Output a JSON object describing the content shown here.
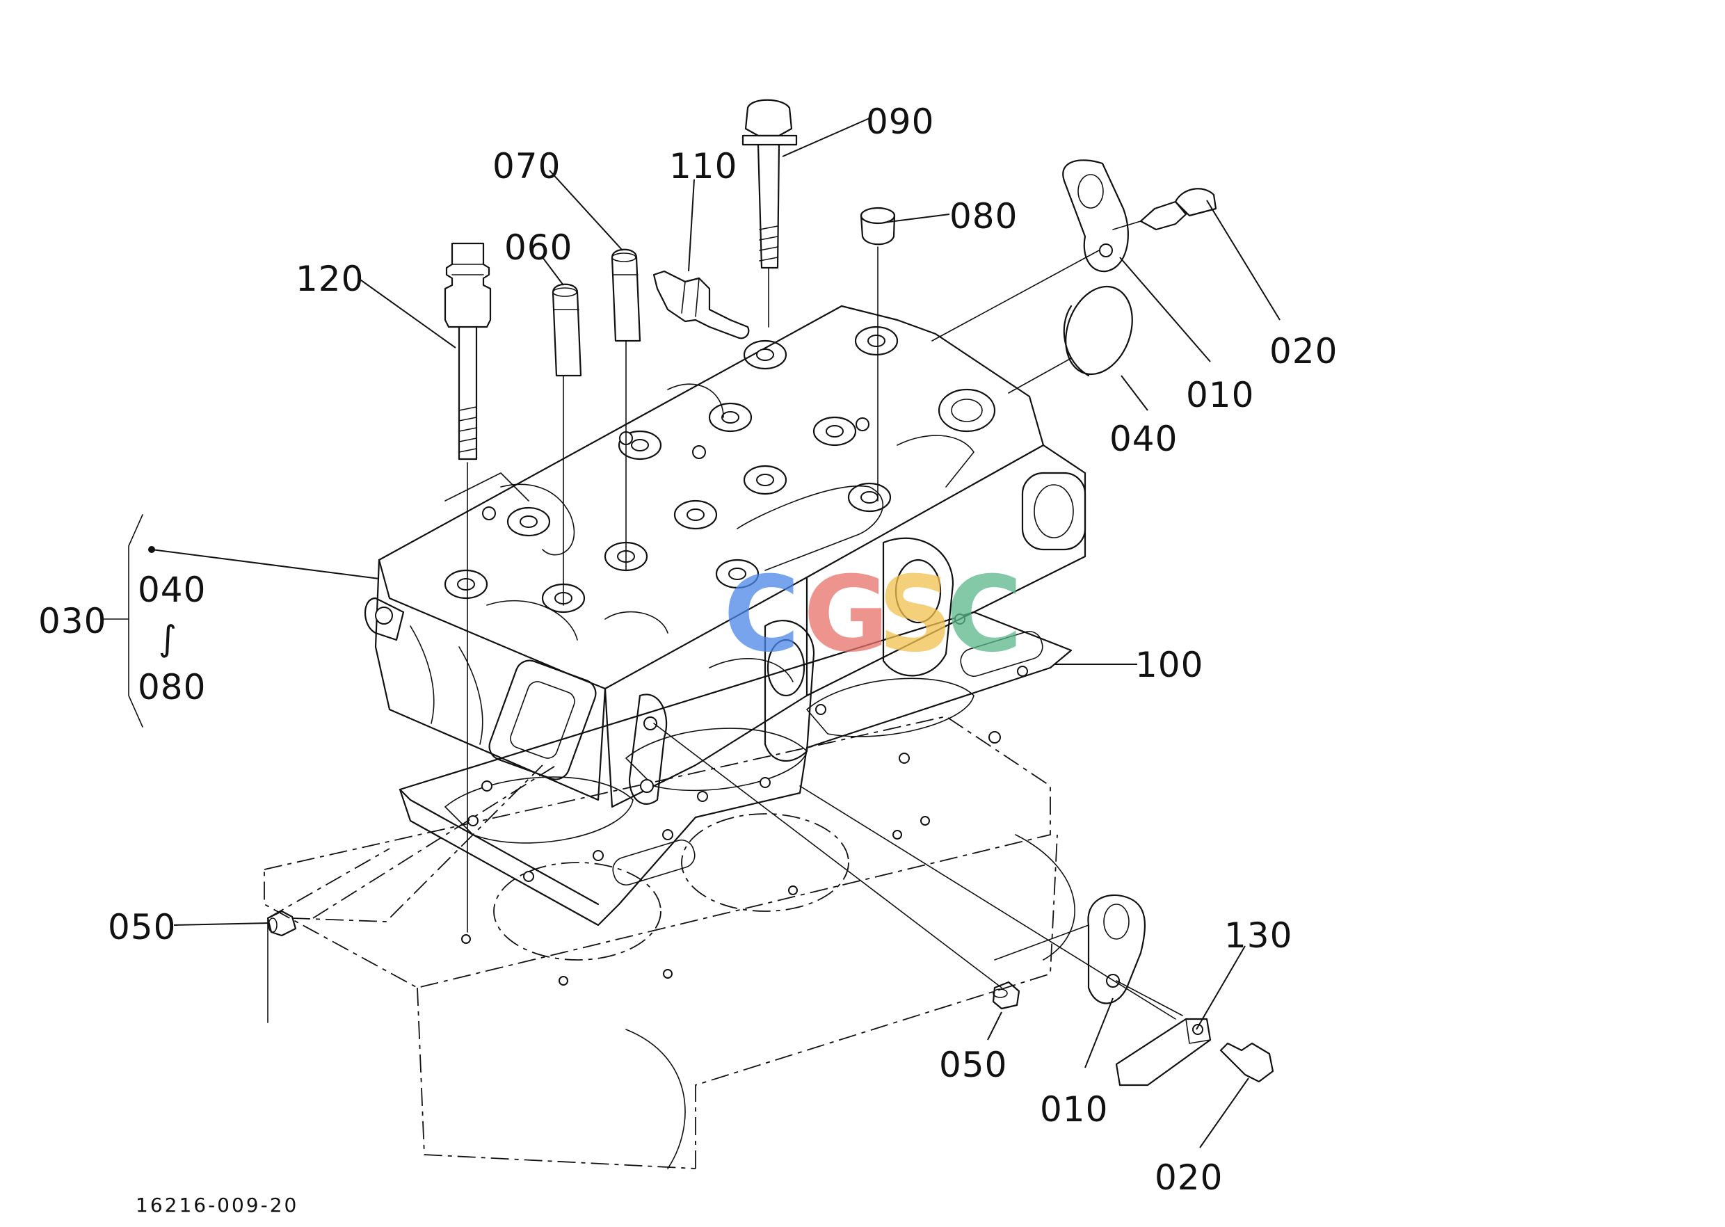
{
  "diagram": {
    "callouts": {
      "p090": "090",
      "p070": "070",
      "p110": "110",
      "p080_top": "080",
      "p060": "060",
      "p120": "120",
      "p020_top": "020",
      "p010_top": "010",
      "p040": "040",
      "p030": "030",
      "p030_from": "040",
      "p030_tilde": "∫",
      "p030_to": "080",
      "p100": "100",
      "p050_left": "050",
      "p050_right": "050",
      "p130": "130",
      "p010_bottom": "010",
      "p020_bottom": "020"
    },
    "reference_code": "16216-009-20"
  },
  "watermark": {
    "letters": [
      "C",
      "G",
      "S",
      "C"
    ],
    "colors": [
      "#4a86e8",
      "#e8716a",
      "#f2c14e",
      "#5cb88a"
    ]
  }
}
